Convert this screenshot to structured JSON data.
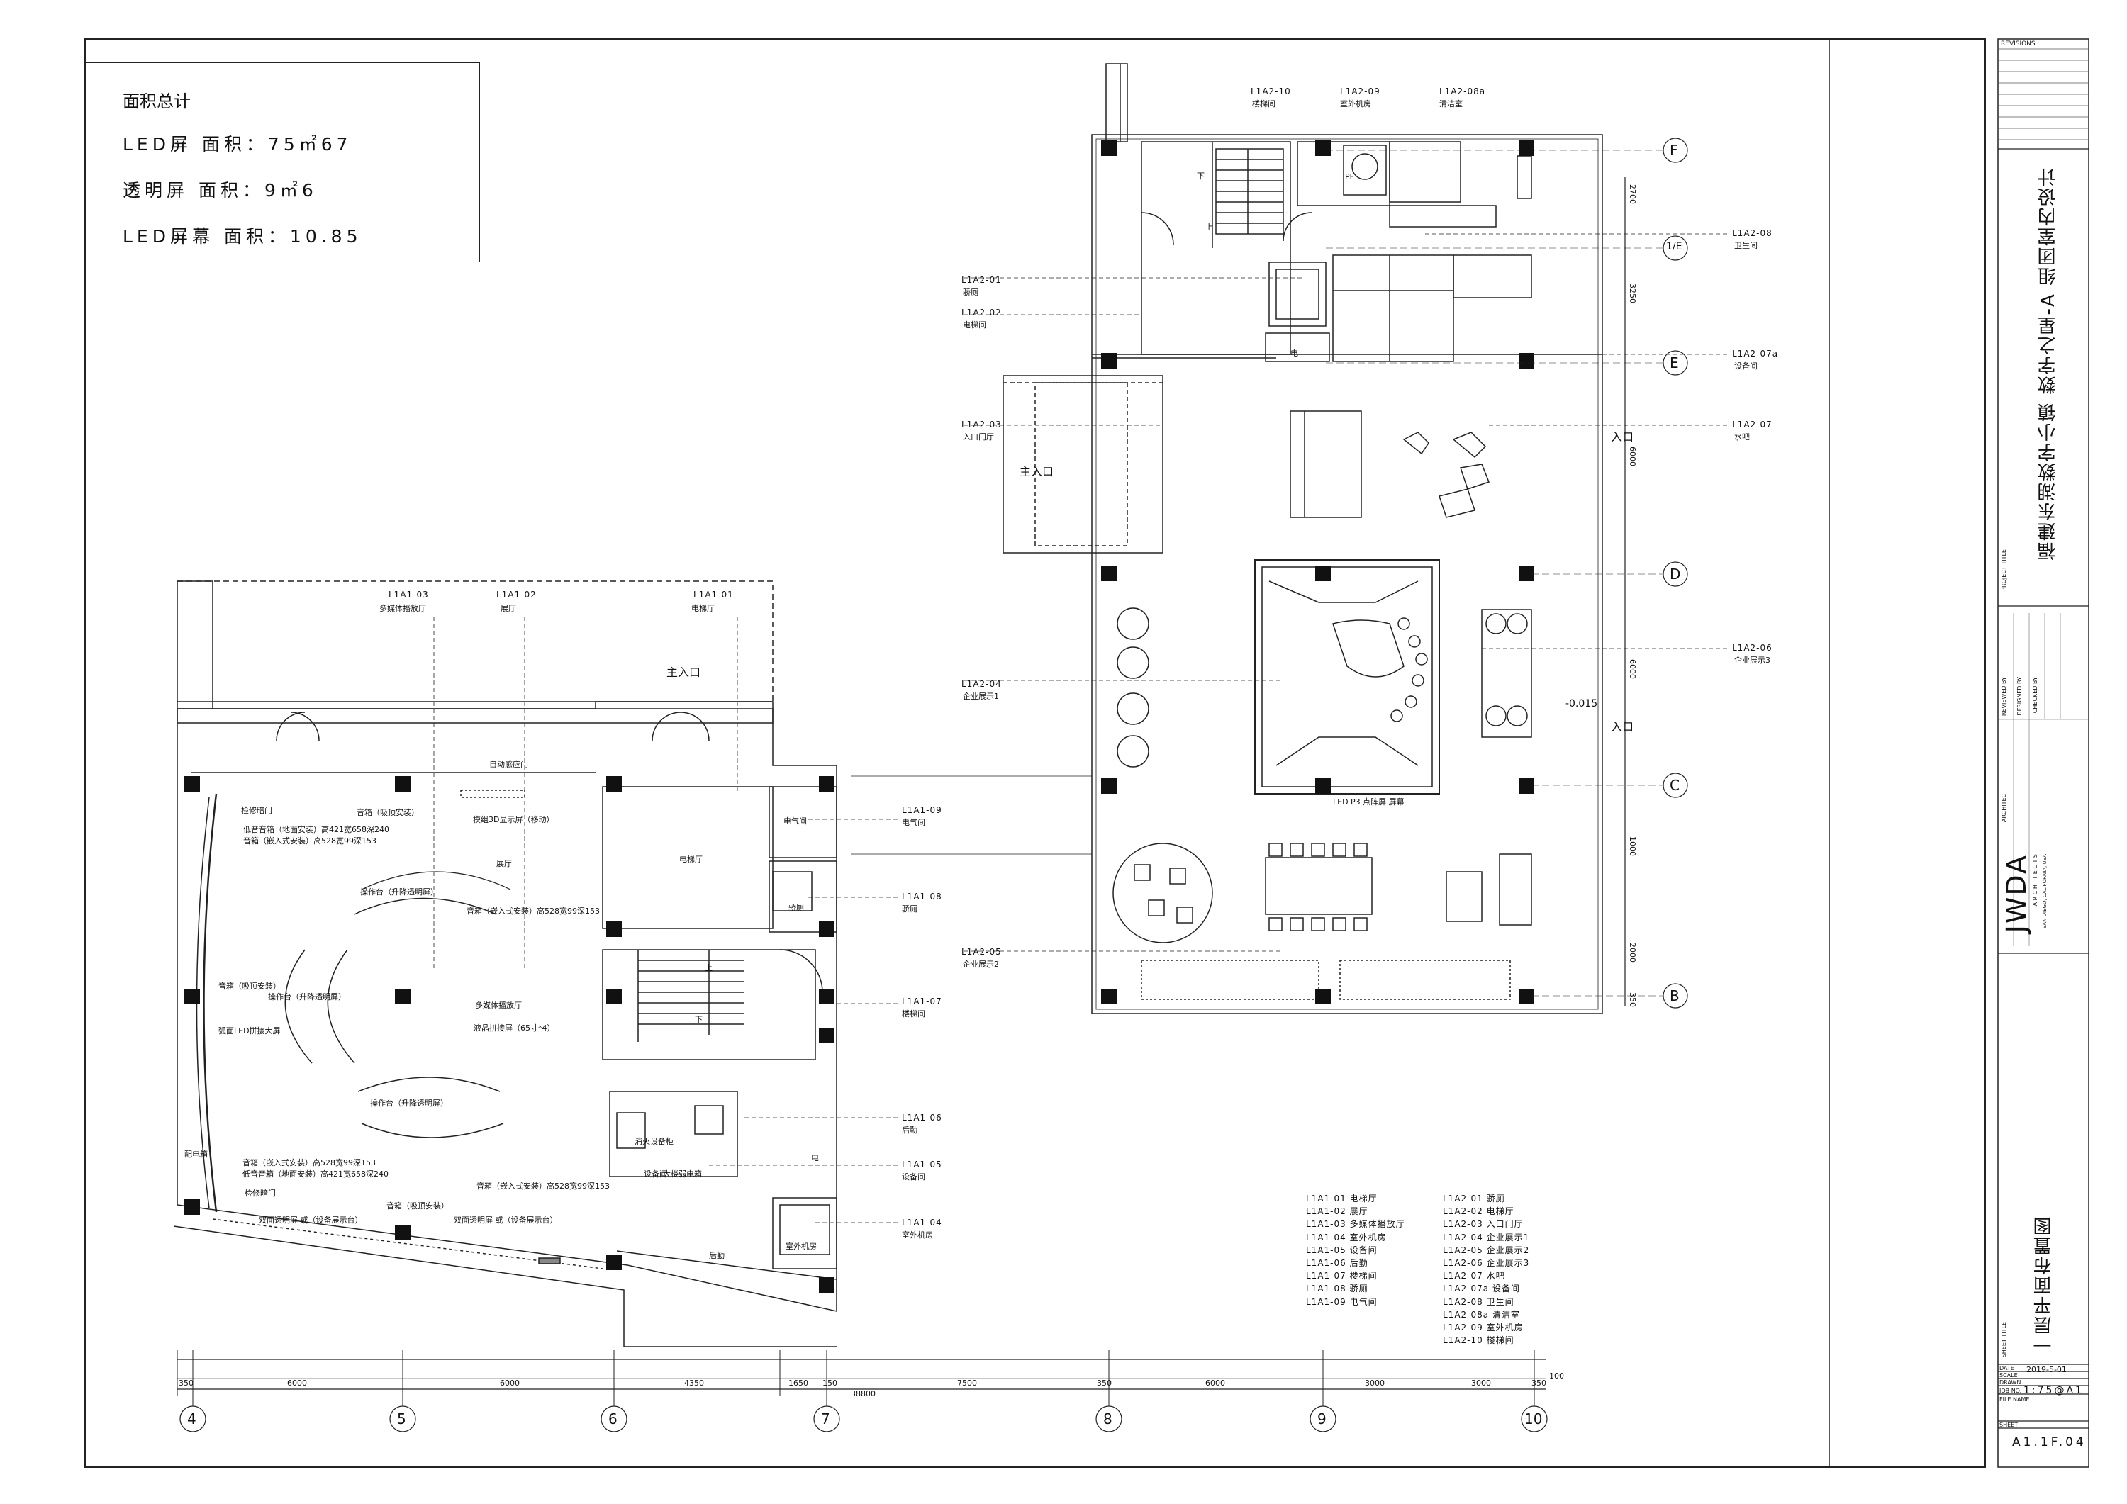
{
  "area_summary": {
    "title": "面积总计",
    "lines": [
      "LED屏  面积：75㎡67",
      "透明屏  面积：9㎡6",
      "LED屏幕  面积：10.85"
    ]
  },
  "floor1_left": {
    "tags": [
      {
        "code": "L1A1-03",
        "name": "多媒体播放厅"
      },
      {
        "code": "L1A1-02",
        "name": "展厅"
      },
      {
        "code": "L1A1-01",
        "name": "电梯厅"
      },
      {
        "code": "L1A1-09",
        "name": "电气间"
      },
      {
        "code": "L1A1-08",
        "name": "骄厕"
      },
      {
        "code": "L1A1-07",
        "name": "楼梯间"
      },
      {
        "code": "L1A1-06",
        "name": "后勤"
      },
      {
        "code": "L1A1-05",
        "name": "设备间"
      },
      {
        "code": "L1A1-04",
        "name": "室外机房"
      }
    ],
    "main_entrance": "主入口",
    "room_labels": {
      "auto_door": "自动感应门",
      "exhibit_hall": "展厅",
      "multimedia_hall": "多媒体播放厅",
      "elevator_hall": "电梯厅",
      "electric_room": "电气间",
      "toilet": "骄厕",
      "equipment_room": "设备间",
      "logistics": "后勤",
      "outdoor_unit_room": "室外机房",
      "electric": "电",
      "up": "上",
      "down": "下",
      "fire_equipment": "消火设备柜",
      "building_weak": "大楼弱电箱",
      "repair_door": "检修暗门",
      "repair_door2": "检修暗门",
      "distribution_box": "配电箱"
    },
    "annotations": [
      "音箱（吸顶安装）",
      "低音音箱（地面安装）高421宽658深240",
      "音箱（嵌入式安装）高528宽99深153",
      "模组3D显示屏（移动）",
      "操作台（升降透明屏）",
      "音箱（嵌入式安装）高528宽99深153",
      "音箱（吸顶安装）",
      "操作台（升降透明屏）",
      "弧面LED拼接大屏",
      "液晶拼接屏（65寸*4）",
      "操作台（升降透明屏）",
      "音箱（嵌入式安装）高528宽99深153",
      "低音音箱（地面安装）高421宽658深240",
      "音箱（嵌入式安装）高528宽99深153",
      "音箱（吸顶安装）",
      "双面透明屏 或（设备展示台）",
      "双面透明屏 或（设备展示台）"
    ]
  },
  "floor1_right": {
    "tags": [
      {
        "code": "L1A2-10",
        "name": "楼梯间"
      },
      {
        "code": "L1A2-09",
        "name": "室外机房"
      },
      {
        "code": "L1A2-08a",
        "name": "清洁室"
      },
      {
        "code": "L1A2-01",
        "name": "骄厕"
      },
      {
        "code": "L1A2-02",
        "name": "电梯间"
      },
      {
        "code": "L1A2-08",
        "name": "卫生间"
      },
      {
        "code": "L1A2-07a",
        "name": "设备间"
      },
      {
        "code": "L1A2-03",
        "name": "入口门厅"
      },
      {
        "code": "L1A2-07",
        "name": "水吧"
      },
      {
        "code": "L1A2-04",
        "name": "企业展示1"
      },
      {
        "code": "L1A2-06",
        "name": "企业展示3"
      },
      {
        "code": "L1A2-05",
        "name": "企业展示2"
      }
    ],
    "main_entrance": "主入口",
    "entrance": "入口",
    "entrance2": "入口",
    "level": "-0.015",
    "led_note": "LED P3 点阵屏 屏幕",
    "pf": "PF",
    "electric": "电",
    "up": "上",
    "down": "下"
  },
  "grid": {
    "columns": [
      "4",
      "5",
      "6",
      "7",
      "8",
      "9",
      "10"
    ],
    "rows": [
      "F",
      "1/E",
      "E",
      "D",
      "C",
      "B"
    ],
    "dims_bottom": [
      "350",
      "6000",
      "6000",
      "4350",
      "1650",
      "150",
      "7500",
      "350",
      "6000",
      "3000",
      "3000",
      "350",
      "100"
    ],
    "total": "38800",
    "dims_right": [
      "2700",
      "3250",
      "6000",
      "6000",
      "1000",
      "2000",
      "350"
    ]
  },
  "legend": {
    "col1": [
      "L1A1-01 电梯厅",
      "L1A1-02 展厅",
      "L1A1-03 多媒体播放厅",
      "L1A1-04 室外机房",
      "L1A1-05 设备间",
      "L1A1-06 后勤",
      "L1A1-07 楼梯间",
      "L1A1-08 骄厕",
      "L1A1-09 电气间"
    ],
    "col2": [
      "L1A2-01 骄厕",
      "L1A2-02 电梯厅",
      "L1A2-03 入口门厅",
      "L1A2-04 企业展示1",
      "L1A2-05 企业展示2",
      "L1A2-06 企业展示3",
      "L1A2-07 水吧",
      "L1A2-07a 设备间",
      "L1A2-08 卫生间",
      "L1A2-08a 清洁室",
      "L1A2-09 室外机房",
      "L1A2-10 楼梯间"
    ]
  },
  "title_block": {
    "revisions": "REVISIONS",
    "project_title_label": "PROJECT TITLE",
    "project_name": "福建东湖数字小镇  数字之星-A 组团室内设计",
    "reviewed_by": "REVIEWED BY",
    "designed_by": "DESIGNED BY",
    "checked_by": "CHECKED BY",
    "architect": "ARCHITECT",
    "firm": "JWDA",
    "firm_sub": "A R C H I T E C T S",
    "firm_loc": "SAN DIEGO, CALIFORNIA, USA",
    "sheet_title_label": "SHEET TITLE",
    "sheet_title": "一层平面布置图",
    "date_label": "DATE",
    "date": "2019-5-01",
    "scale_label": "SCALE",
    "drawn_label": "DRAWN",
    "job_label": "JOB NO.",
    "scale": "1:75@A1",
    "file_label": "FILE NAME",
    "sheet_label": "SHEET",
    "sheet_no": "A1.1F.04"
  }
}
